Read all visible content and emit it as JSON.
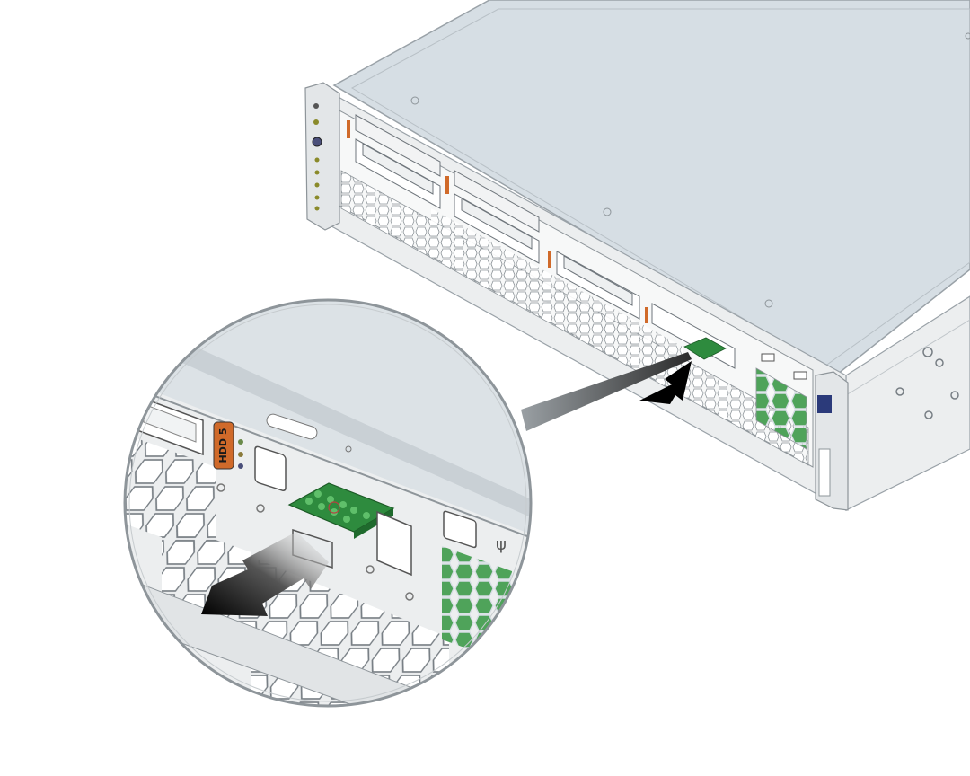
{
  "figure": {
    "drive_bay_label": "HDD 5",
    "colors": {
      "chassis_top": "#d5dde3",
      "chassis_front": "#eceeef",
      "bezel_grey": "#dfe2e4",
      "card_green": "#2e8b3e",
      "card_green_light": "#5fbf6a",
      "led_orange": "#d06a2a",
      "led_olive": "#8a8a2a",
      "arrow_black": "#000000",
      "fan_green": "#4fa35a"
    },
    "icons": [
      "server-chassis",
      "magnifier-callout",
      "removal-arrow",
      "usb-card",
      "drive-bay",
      "vent-grille"
    ]
  }
}
